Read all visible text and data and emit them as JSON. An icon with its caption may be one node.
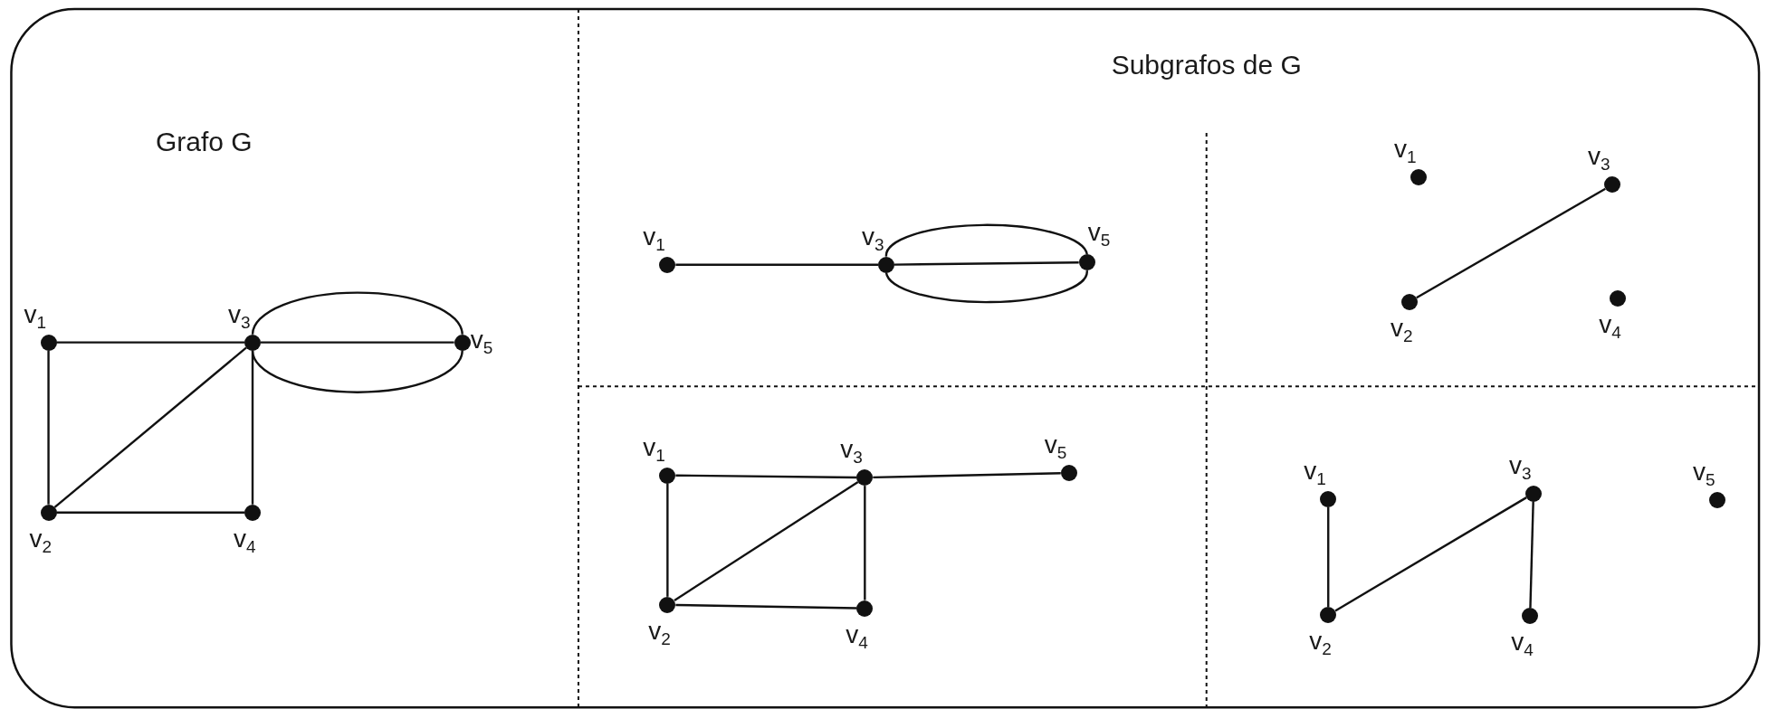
{
  "diagram": {
    "title": "Subgrafos de G",
    "nodes": [
      {
        "text": [
          "v$_{1}$"
        ]
      },
      {
        "text": [
          "v$_{3}$"
        ]
      },
      {
        "text": [
          "v$_{5}$"
        ]
      },
      {
        "text": [
          "v$_{2}$"
        ]
      },
      {
        "text": [
          "v$_{4}$"
        ]
      },
      {
        "text": [
          "v$_{1}$"
        ]
      },
      {
        "text": [
          "v$_{3}$"
        ]
      },
      {
        "text": [
          "v$_{5}$"
        ]
      },
      {
        "text": [
          "v$_{1}$"
        ]
      },
      {
        "text": [
          "v$_{3}$"
        ]
      },
      {
        "text": [
          "v$_{2}$"
        ]
      },
      {
        "text": [
          "v$_{4}$"
        ]
      },
      {
        "text": [
          "v$_{1}$"
        ]
      },
      {
        "text": [
          "v$_{3}$"
        ]
      },
      {
        "text": [
          "v$_{5}$"
        ]
      },
      {
        "text": [
          "v$_{2}$"
        ]
      },
      {
        "text": [
          "v$_{4}$"
        ]
      },
      {
        "text": [
          "v$_{1}$"
        ]
      },
      {
        "text": [
          "v$_{3}$"
        ]
      },
      {
        "text": [
          "v$_{5}$"
        ]
      },
      {
        "text": [
          "v$_{2}$"
        ]
      },
      {
        "text": [
          "v$_{4}$"
        ]
      }
    ],
    "edges": [
      {
        "from": 0,
        "to": 1,
        "arrow": "none"
      },
      {
        "from": 0,
        "to": 3,
        "arrow": "none"
      },
      {
        "from": 3,
        "to": 1,
        "arrow": "none"
      },
      {
        "from": 1,
        "to": 4,
        "arrow": "none"
      },
      {
        "from": 3,
        "to": 4,
        "arrow": "none"
      },
      {
        "from": 1,
        "to": 2,
        "arrow": "none"
      },
      {
        "from": 1,
        "to": 2,
        "arrow": "none"
      },
      {
        "from": 1,
        "to": 2,
        "arrow": "none"
      },
      {
        "from": 5,
        "to": 6,
        "arrow": "none"
      },
      {
        "from": 6,
        "to": 7,
        "arrow": "none"
      },
      {
        "from": 6,
        "to": 7,
        "arrow": "none"
      },
      {
        "from": 6,
        "to": 7,
        "arrow": "none"
      },
      {
        "from": 10,
        "to": 9,
        "arrow": "none"
      },
      {
        "from": 12,
        "to": 13,
        "arrow": "none"
      },
      {
        "from": 13,
        "to": 14,
        "arrow": "none"
      },
      {
        "from": 12,
        "to": 15,
        "arrow": "none"
      },
      {
        "from": 15,
        "to": 13,
        "arrow": "none"
      },
      {
        "from": 13,
        "to": 16,
        "arrow": "none"
      },
      {
        "from": 15,
        "to": 16,
        "arrow": "none"
      },
      {
        "from": 17,
        "to": 20,
        "arrow": "none"
      },
      {
        "from": 20,
        "to": 18,
        "arrow": "none"
      },
      {
        "from": 18,
        "to": 21,
        "arrow": "none"
      }
    ],
    "labels": [
      "Grafo G"
    ]
  }
}
